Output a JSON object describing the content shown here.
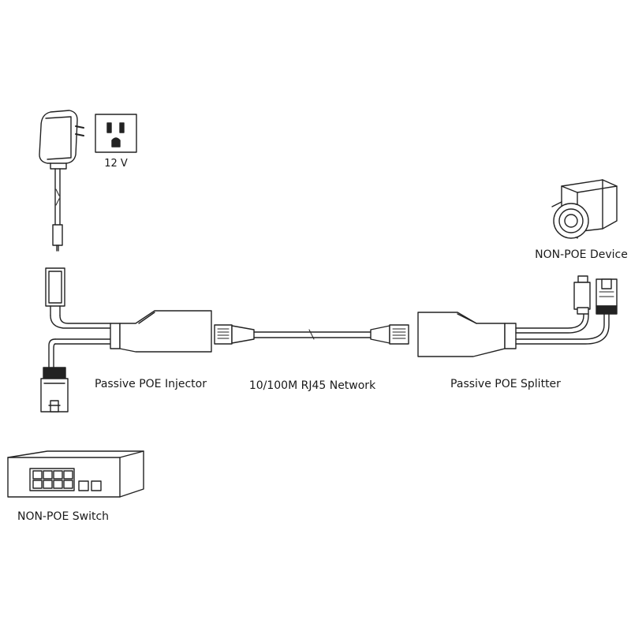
{
  "labels": {
    "voltage": "12 V",
    "device": "NON-POE Device",
    "injector": "Passive POE Injector",
    "network": "10/100M RJ45 Network",
    "splitter": "Passive POE Splitter",
    "switch": "NON-POE Switch"
  },
  "colors": {
    "stroke": "#222222",
    "fill": "#ffffff"
  }
}
